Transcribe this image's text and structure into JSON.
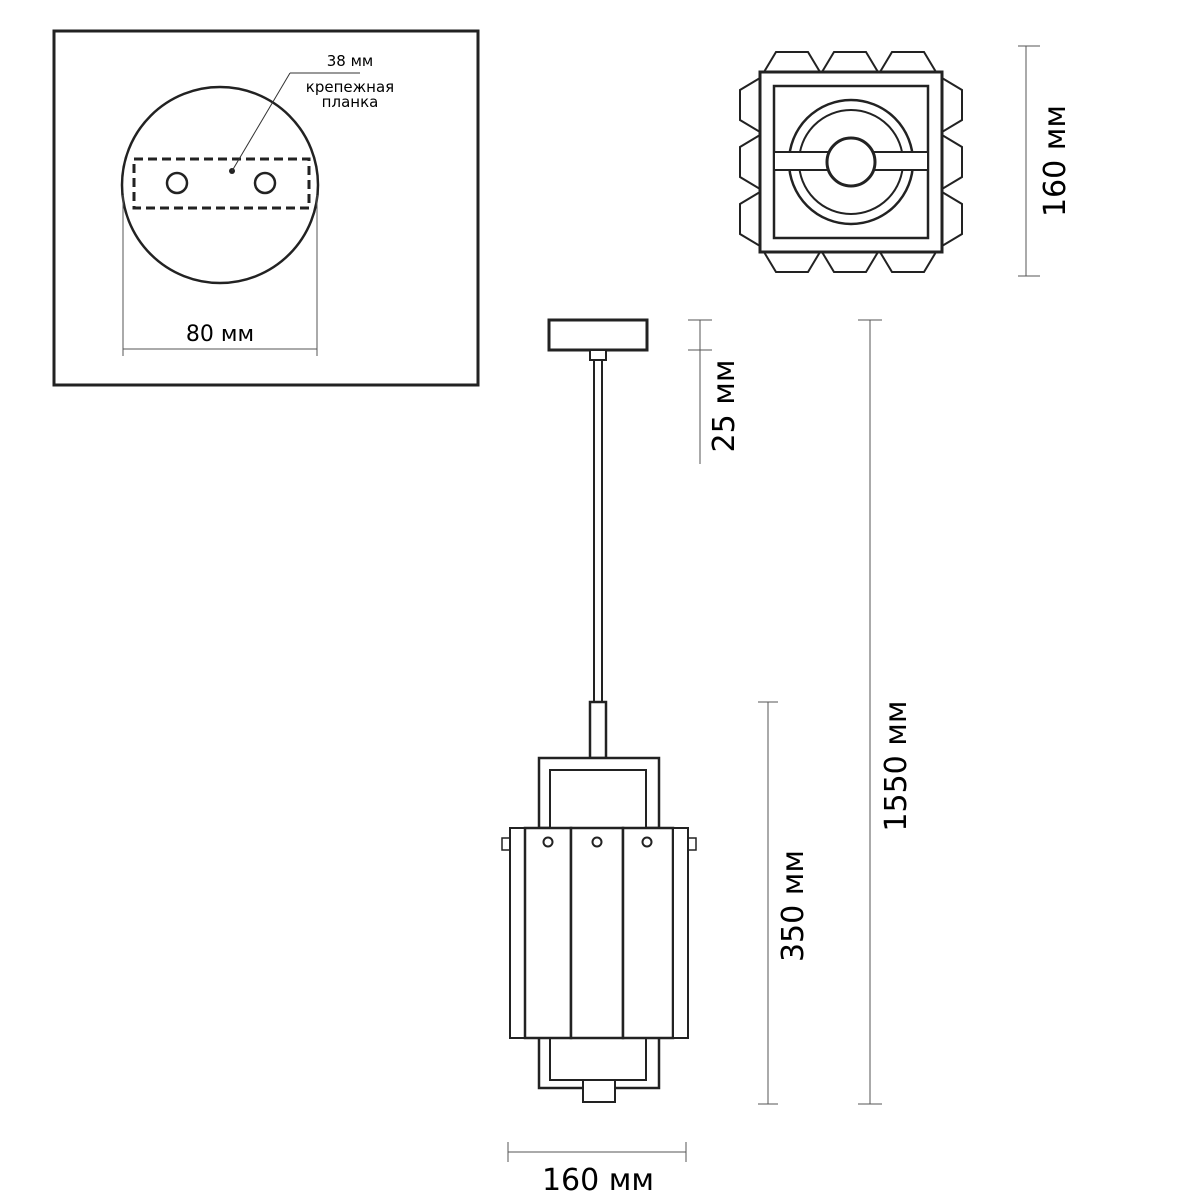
{
  "drawing": {
    "ceiling_plate": {
      "plate_width_label": "80 мм",
      "bracket_spacing_label": "38 мм",
      "bracket_label_line1": "крепежная",
      "bracket_label_line2": "планка"
    },
    "top_view": {
      "width_label": "160 мм"
    },
    "side_view": {
      "canopy_height_label": "25 мм",
      "shade_height_label": "350 мм",
      "total_height_label": "1550 мм",
      "width_label": "160 мм"
    }
  }
}
